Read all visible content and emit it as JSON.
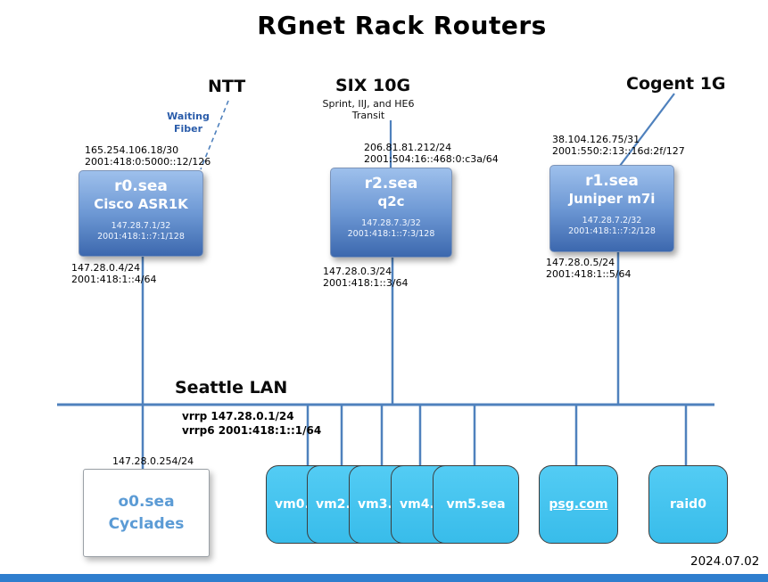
{
  "title": "RGnet Rack Routers",
  "date": "2024.07.02",
  "uplinks": {
    "ntt": {
      "label": "NTT",
      "note_line1": "Waiting",
      "note_line2": "Fiber"
    },
    "six": {
      "label": "SIX 10G",
      "sub_line1": "Sprint, IIJ, and HE6",
      "sub_line2": "Transit"
    },
    "cogent": {
      "label": "Cogent 1G"
    }
  },
  "routers": [
    {
      "name": "r0.sea",
      "model": "Cisco ASR1K",
      "loopback_v4": "147.28.7.1/32",
      "loopback_v6": "2001:418:1::7:1/128",
      "uplink_v4": "165.254.106.18/30",
      "uplink_v6": "2001:418:0:5000::12/126",
      "lan_v4": "147.28.0.4/24",
      "lan_v6": "2001:418:1::4/64"
    },
    {
      "name": "r2.sea",
      "model": "q2c",
      "loopback_v4": "147.28.7.3/32",
      "loopback_v6": "2001:418:1::7:3/128",
      "uplink_v4": "206.81.81.212/24",
      "uplink_v6": "2001:504:16::468:0:c3a/64",
      "lan_v4": "147.28.0.3/24",
      "lan_v6": "2001:418:1::3/64"
    },
    {
      "name": "r1.sea",
      "model": "Juniper m7i",
      "loopback_v4": "147.28.7.2/32",
      "loopback_v6": "2001:418:1::7:2/128",
      "uplink_v4": "38.104.126.75/31",
      "uplink_v6": "2001:550:2:13::16d:2f/127",
      "lan_v4": "147.28.0.5/24",
      "lan_v6": "2001:418:1::5/64"
    }
  ],
  "lan": {
    "label": "Seattle LAN",
    "vrrp_line1": "vrrp 147.28.0.1/24",
    "vrrp_line2": "vrrp6 2001:418:1::1/64"
  },
  "console": {
    "name": "o0.sea",
    "model": "Cyclades",
    "ip": "147.28.0.254/24"
  },
  "hosts": [
    {
      "label": "vm0."
    },
    {
      "label": "vm2."
    },
    {
      "label": "vm3."
    },
    {
      "label": "vm4."
    },
    {
      "label": "vm5.sea"
    },
    {
      "label": "psg.com"
    },
    {
      "label": "raid0"
    }
  ],
  "colors": {
    "wire": "#4f81bd",
    "router_fill_top": "#9ec0ec",
    "router_fill_bottom": "#3c68ae",
    "host_fill": "#44c4ef",
    "footer_bar": "#2f7ece"
  }
}
